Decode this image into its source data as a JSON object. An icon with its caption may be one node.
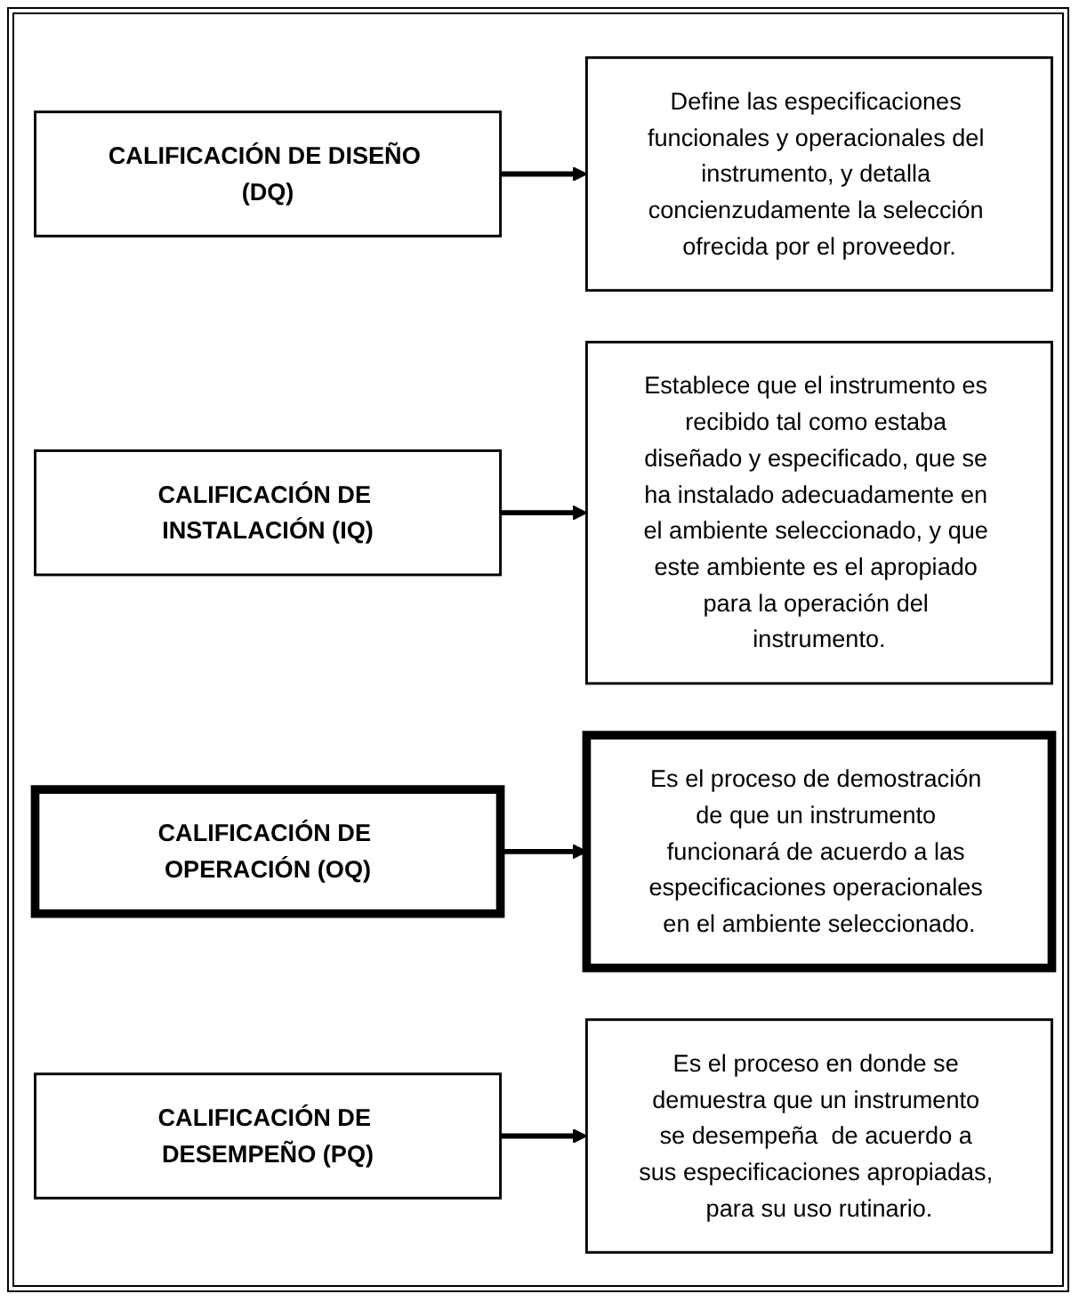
{
  "diagram": {
    "nodes": [
      {
        "text": [
          "CALIFICACIÓN DE DISEÑO (DQ)"
        ]
      },
      {
        "text": [
          "Define las especificaciones funcionales y operacionales del instrumento, y detalla concienzudamente la selección ofrecida por el proveedor."
        ]
      },
      {
        "text": [
          "CALIFICACIÓN DE INSTALACIÓN (IQ)"
        ]
      },
      {
        "text": [
          "Establece que el instrumento es recibido tal como estaba diseñado y especificado, que se ha instalado adecuadamente en el ambiente seleccionado, y que este ambiente es el apropiado para la operación del instrumento."
        ]
      },
      {
        "text": [
          "CALIFICACIÓN DE OPERACIÓN (OQ)"
        ]
      },
      {
        "text": [
          "Es el proceso de demostración de que un instrumento funcionará de acuerdo a las especificaciones operacionales en el ambiente seleccionado."
        ]
      },
      {
        "text": [
          "CALIFICACIÓN DE DESEMPEÑO (PQ)"
        ]
      },
      {
        "text": [
          "Es el proceso en donde se demuestra que un instrumento se desempeña  de acuerdo a sus especificaciones apropiadas, para su uso rutinario."
        ]
      }
    ],
    "edges": [
      {
        "from": 0,
        "to": 1,
        "arrow": "to"
      },
      {
        "from": 2,
        "to": 3,
        "arrow": "to"
      },
      {
        "from": 4,
        "to": 5,
        "arrow": "to"
      },
      {
        "from": 6,
        "to": 7,
        "arrow": "to"
      }
    ]
  }
}
